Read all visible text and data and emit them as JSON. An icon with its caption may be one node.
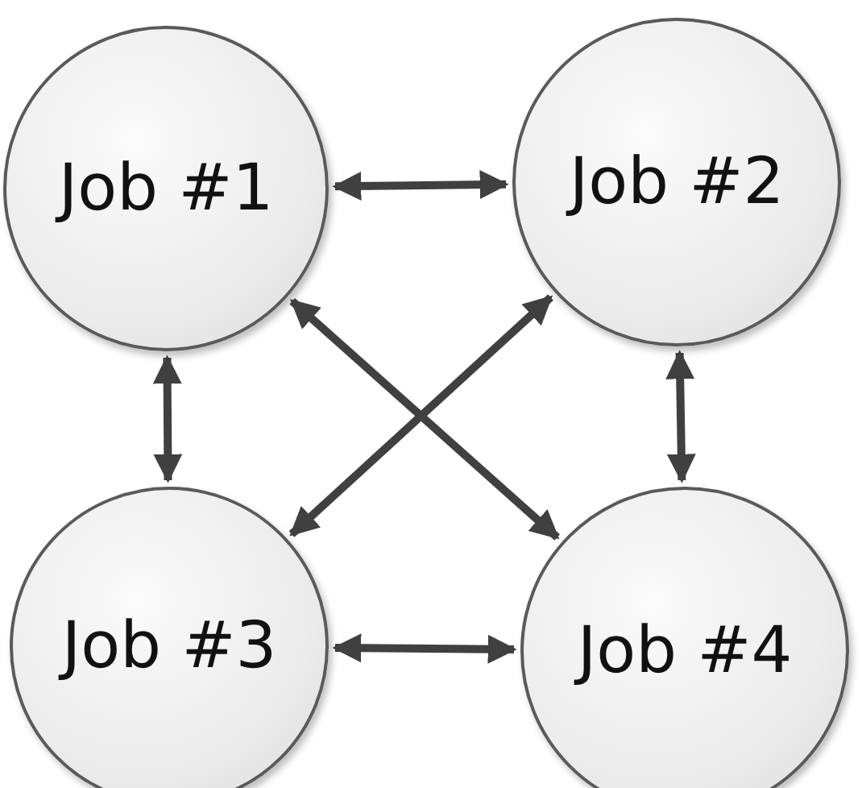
{
  "diagram": {
    "nodes": [
      {
        "text": [
          "Job #1"
        ]
      },
      {
        "text": [
          "Job #2"
        ]
      },
      {
        "text": [
          "Job #3"
        ]
      },
      {
        "text": [
          "Job #4"
        ]
      }
    ],
    "edges": [
      {
        "from": 0,
        "to": 1,
        "arrow": "both"
      },
      {
        "from": 0,
        "to": 2,
        "arrow": "both"
      },
      {
        "from": 1,
        "to": 3,
        "arrow": "both"
      },
      {
        "from": 2,
        "to": 3,
        "arrow": "both"
      },
      {
        "from": 0,
        "to": 3,
        "arrow": "both"
      },
      {
        "from": 1,
        "to": 2,
        "arrow": "both"
      }
    ]
  }
}
